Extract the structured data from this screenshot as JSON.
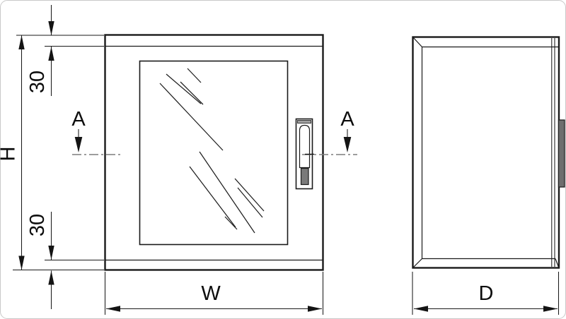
{
  "drawing": {
    "labels": {
      "height": "H",
      "width": "W",
      "depth": "D",
      "top_offset": "30",
      "bottom_offset": "30",
      "section_left": "A",
      "section_right": "A"
    },
    "colors": {
      "line": "#1a1a1a",
      "body_fill": "#e8e8e8",
      "window_fill": "#fbfbfb",
      "handle_dark": "#4d4d4d",
      "handle_mid": "#8f8f8f",
      "handle_inner": "#7a7a7a",
      "handle_cap": "#a0a0a0",
      "handle_side": "#6e6e6e",
      "centerline": "#7d7d7d",
      "background": "#ffffff"
    }
  }
}
